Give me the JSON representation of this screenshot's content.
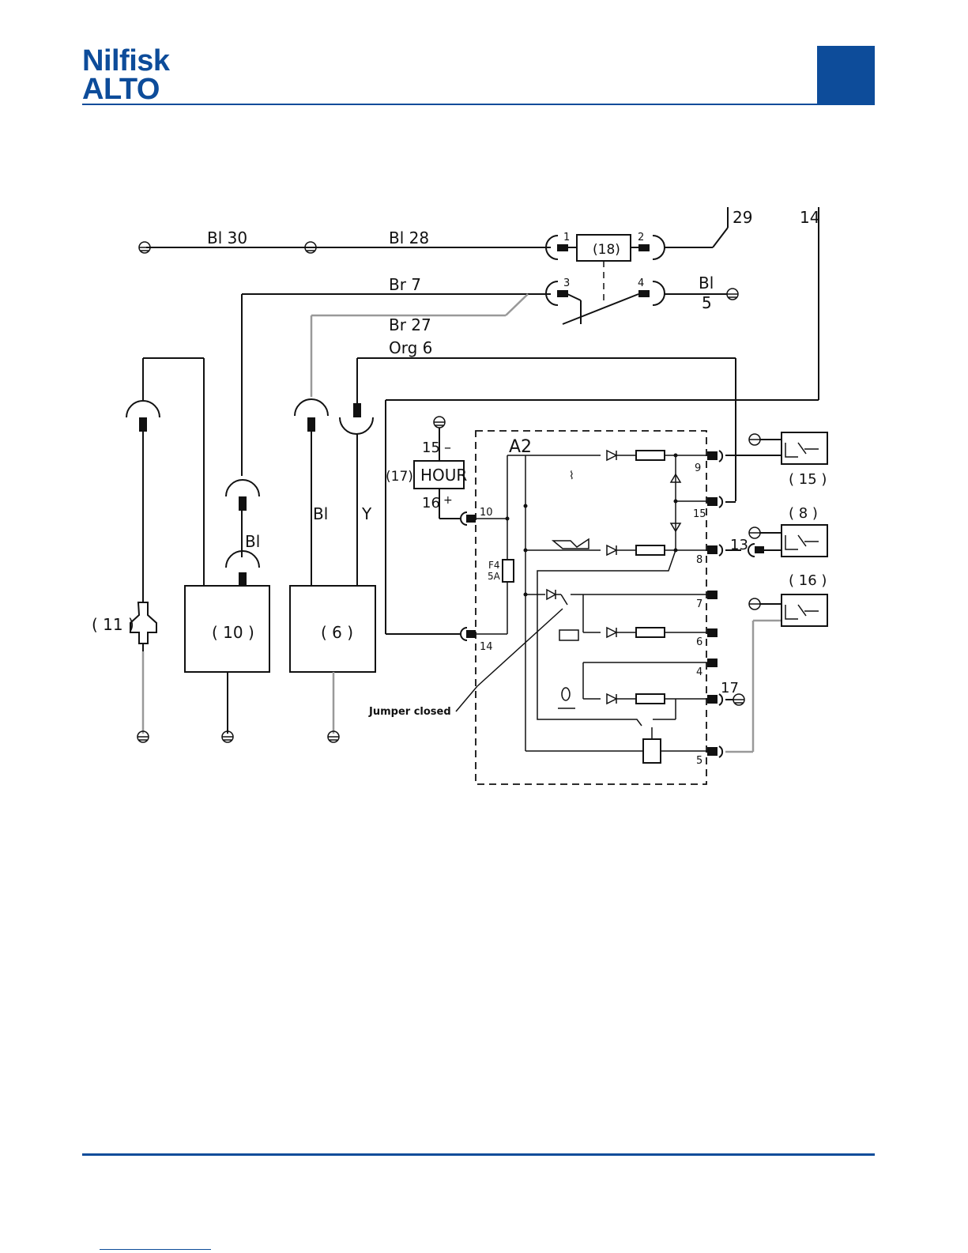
{
  "header": {
    "logo_line1": "Nilfisk",
    "logo_line2": "ALTO",
    "brand_color": "#0d4c9a"
  },
  "diagram": {
    "wire_labels": {
      "bl30": "Bl 30",
      "bl28": "Bl 28",
      "br7": "Br 7",
      "br27": "Br 27",
      "org6": "Org 6",
      "bl5_color": "Bl",
      "bl5_num": "5",
      "w29": "29",
      "w14": "14",
      "bl_left": "Bl",
      "bl_mid": "Bl",
      "y": "Y"
    },
    "relay_pins": {
      "p1": "1",
      "p2": "2",
      "p3": "3",
      "p4": "4"
    },
    "components": {
      "c18": "(18)",
      "c11": "( 11 )",
      "c10": "( 10 )",
      "c6": "( 6 )",
      "c17": "(17)",
      "hour": "HOUR",
      "c15": "( 15 )",
      "c8": "( 8 )",
      "c16": "( 16 )"
    },
    "hour_meter": {
      "num15": "15",
      "minus": "–",
      "num16": "16",
      "plus": "+"
    },
    "module": {
      "name": "A2",
      "fuse_line1": "F4",
      "fuse_line2": "5A",
      "jumper": "Jumper closed",
      "pin10": "10",
      "pin14": "14",
      "pin9": "9",
      "pin15": "15",
      "pin8": "8",
      "pin7": "7",
      "pin6": "6",
      "pin4": "4",
      "pin5": "5",
      "ext13": "13",
      "ext17": "17"
    }
  }
}
